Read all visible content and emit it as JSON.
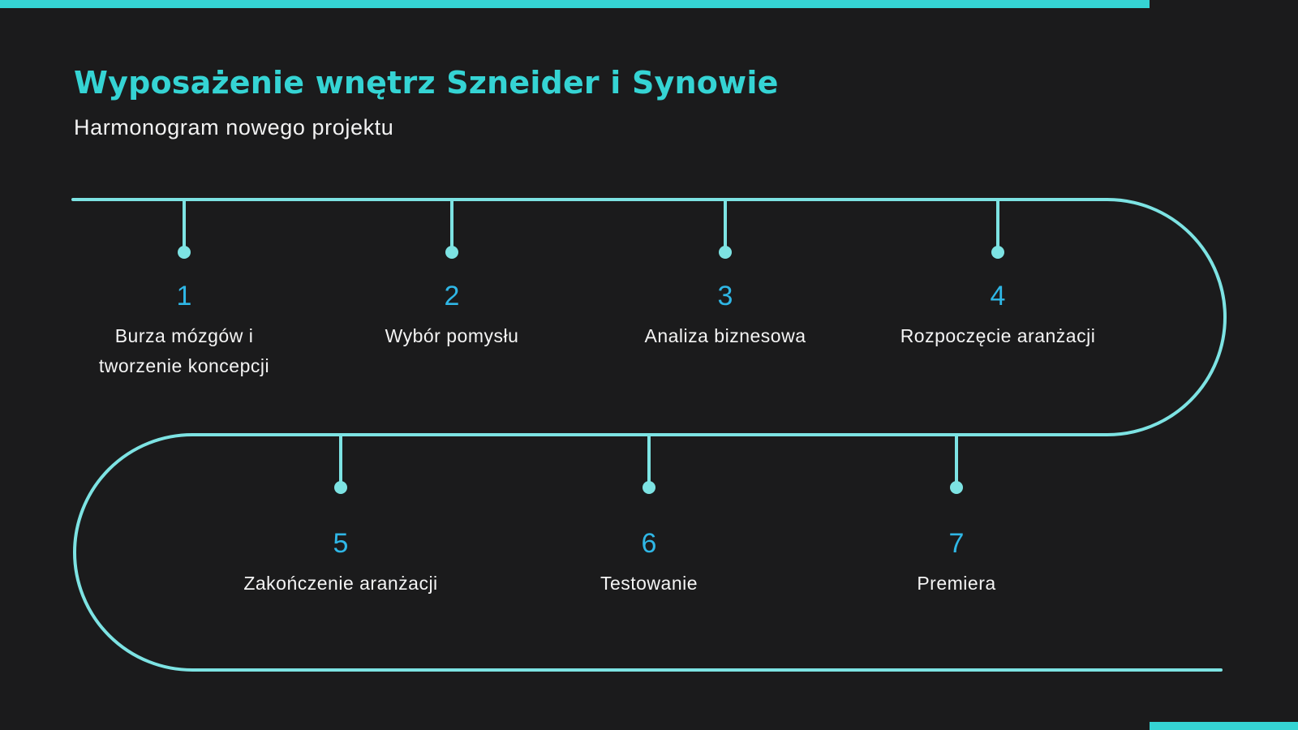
{
  "header": {
    "title": "Wyposażenie wnętrz Szneider i Synowie",
    "subtitle": "Harmonogram nowego projektu"
  },
  "colors": {
    "background": "#1b1b1c",
    "accent": "#35d4d4",
    "line": "#7de3e3",
    "number": "#2fb7e6",
    "text": "#f4f4f4"
  },
  "steps": [
    {
      "number": "1",
      "label": "Burza mózgów i tworzenie koncepcji"
    },
    {
      "number": "2",
      "label": "Wybór pomysłu"
    },
    {
      "number": "3",
      "label": "Analiza biznesowa"
    },
    {
      "number": "4",
      "label": "Rozpoczęcie aranżacji"
    },
    {
      "number": "5",
      "label": "Zakończenie aranżacji"
    },
    {
      "number": "6",
      "label": "Testowanie"
    },
    {
      "number": "7",
      "label": "Premiera"
    }
  ]
}
